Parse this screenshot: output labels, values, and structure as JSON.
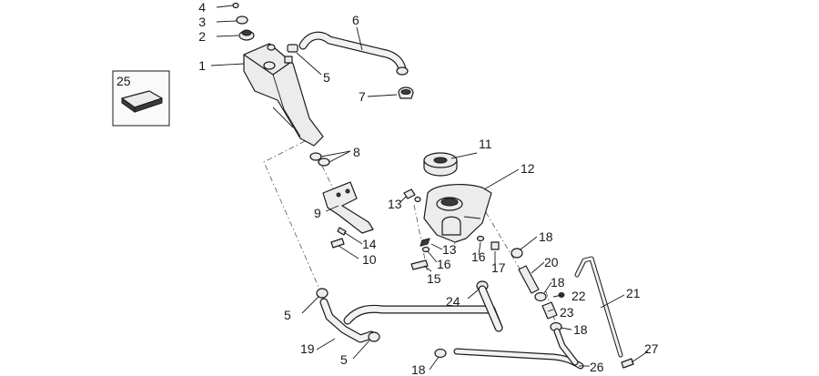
{
  "diagram": {
    "part_labels": [
      "1",
      "2",
      "3",
      "4",
      "5",
      "5",
      "5",
      "6",
      "7",
      "8",
      "9",
      "10",
      "11",
      "12",
      "13",
      "13",
      "14",
      "15",
      "16",
      "16",
      "17",
      "18",
      "18",
      "18",
      "18",
      "19",
      "20",
      "21",
      "22",
      "23",
      "24",
      "25",
      "26",
      "27"
    ]
  }
}
